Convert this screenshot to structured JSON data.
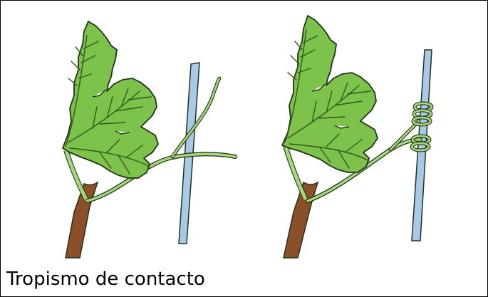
{
  "caption": "Tropismo de contacto",
  "colors": {
    "leaf": "#7dc24a",
    "leaf_vein": "#2f5a1e",
    "outline": "#1f3318",
    "tendril": "#a6d57c",
    "stem": "#8b4f2a",
    "support_stick": "#aac8e8"
  },
  "illustrations": [
    {
      "state": "before-contact"
    },
    {
      "state": "after-contact"
    }
  ]
}
